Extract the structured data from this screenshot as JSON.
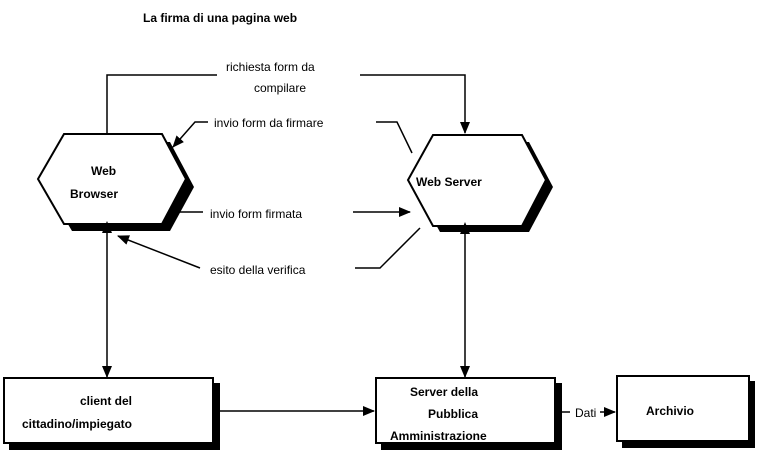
{
  "title": "La firma di una pagina web",
  "nodes": {
    "web_browser": {
      "line1": "Web",
      "line2": "Browser"
    },
    "web_server": {
      "label": "Web Server"
    },
    "client": {
      "line1": "client del",
      "line2": "cittadino/impiegato"
    },
    "pa_server": {
      "line1": "Server della",
      "line2": "Pubblica",
      "line3": "Amministrazione"
    },
    "archivio": {
      "label": "Archivio"
    }
  },
  "edges": {
    "richiesta": {
      "line1": "richiesta form da",
      "line2": "compilare"
    },
    "invio_form_firmare": {
      "label": "invio form da firmare"
    },
    "invio_form_firmata": {
      "label": "invio form firmata"
    },
    "esito": {
      "label": "esito della verifica"
    },
    "dati": {
      "label": "Dati"
    }
  }
}
